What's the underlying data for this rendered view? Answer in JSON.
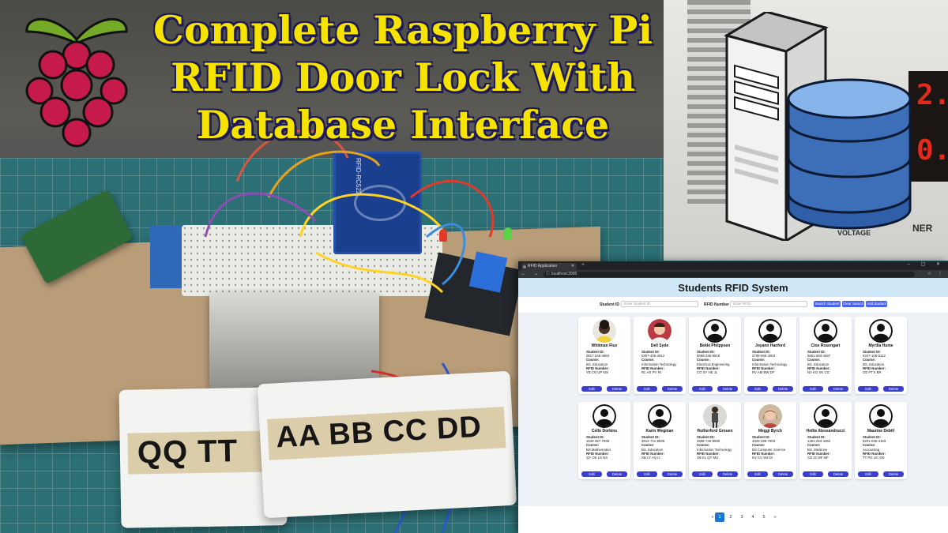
{
  "title_lines": [
    "Complete Raspberry Pi",
    "RFID Door Lock With",
    "Database Interface"
  ],
  "hardware": {
    "rfid_label": "RFID-RC522",
    "psu_label": "VOLTAGE",
    "psu_brand_fragment": "NER",
    "psu_digits_top": "2.",
    "psu_digits_bottom": "0.",
    "card1_text": "QQ TT",
    "card2_text": "AA BB CC DD"
  },
  "browser": {
    "tab_title": "RFID Application",
    "url": "localhost:3000"
  },
  "app": {
    "header": "Students RFID System",
    "student_id_label": "Student ID",
    "student_id_placeholder": "Enter Student ID",
    "rfid_label": "RFID Number",
    "rfid_placeholder": "Enter RFID",
    "search_btn": "Search Student",
    "clear_btn": "Clear Search",
    "add_btn": "Add Student",
    "field_labels": {
      "student_id": "Student ID:",
      "course": "Course:",
      "rfid": "RFID Number:"
    },
    "edit_label": "Edit",
    "delete_label": "Delete",
    "students": [
      {
        "name": "Whitman Flux",
        "sid": "0817-246-4953",
        "course": "BS. Education",
        "rfid": "YB CN UP KM",
        "avatar": "photo-dark"
      },
      {
        "name": "Dell Syde",
        "sid": "0307-405-4912",
        "course": "Information Technology",
        "rfid": "RL HX PV RI",
        "avatar": "photo-light"
      },
      {
        "name": "Bekki Philppsen",
        "sid": "8069-235-9819",
        "course": "Electrical Engineering",
        "rfid": "CO SY HE JL",
        "avatar": "default"
      },
      {
        "name": "Joyann Hanford",
        "sid": "2708-055-4004",
        "course": "Information Technology",
        "rfid": "RV AM BW DF",
        "avatar": "default"
      },
      {
        "name": "Cloe Rosengart",
        "sid": "5651-583-4487",
        "course": "BS. Education",
        "rfid": "NV KG XK CG",
        "avatar": "default"
      },
      {
        "name": "Myrilla Hume",
        "sid": "6347-108-5112",
        "course": "BS. Education",
        "rfid": "GE PT II BR",
        "avatar": "default"
      },
      {
        "name": "Cello Dorkins",
        "sid": "1649-357-7936",
        "course": "BS Mathematics",
        "rfid": "QY OK LS NS",
        "avatar": "default"
      },
      {
        "name": "Karin Wegman",
        "sid": "3614-741-8935",
        "course": "BS. Education",
        "rfid": "XB LY AQ IJ",
        "avatar": "default"
      },
      {
        "name": "Rutherford Grouen",
        "sid": "4598-745-8595",
        "course": "Information Technology",
        "rfid": "XB KL QY MU",
        "avatar": "photo-person"
      },
      {
        "name": "Meggi Byrch",
        "sid": "4829-286-7903",
        "course": "BS Computer Science",
        "rfid": "KV CV SM DI",
        "avatar": "photo-woman"
      },
      {
        "name": "Hollie Alessandrucci",
        "sid": "1261-253-4462",
        "course": "BS. Medicine",
        "rfid": "CD IG MF MF",
        "avatar": "default"
      },
      {
        "name": "Maurine Debill",
        "sid": "5201-036-4163",
        "course": "Accounting",
        "rfid": "TT PG UC OD",
        "avatar": "default"
      }
    ],
    "pagination": {
      "pages": [
        "1",
        "2",
        "3",
        "4",
        "5"
      ],
      "current": "1",
      "first": "«",
      "last": "»"
    }
  },
  "colors": {
    "title_fill": "#f6e400",
    "title_outline": "#1d1a55",
    "raspberry": "#c51a4a",
    "leaf": "#75a928",
    "button_blue": "#3b3fd1",
    "header_bg": "#cfe7f7",
    "db_blue": "#3d6fb8"
  },
  "icons": [
    "raspberry-pi-logo-icon",
    "server-tower-icon",
    "database-icon"
  ]
}
